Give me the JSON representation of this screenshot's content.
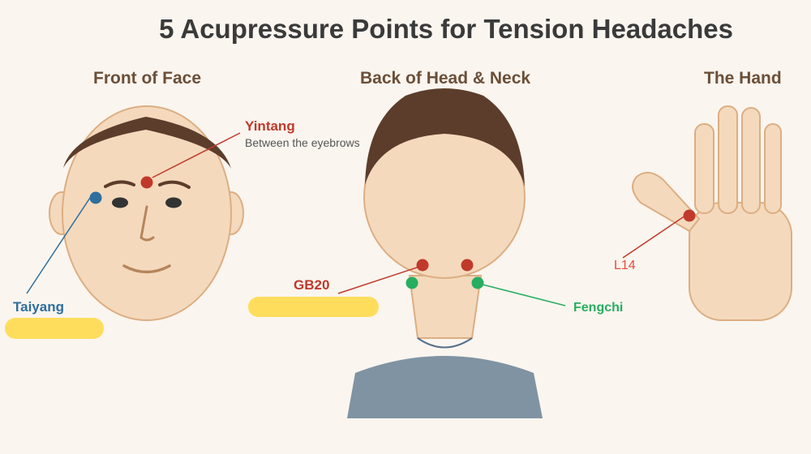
{
  "title": "5 Acupressure Points for Tension Headaches",
  "sections": {
    "front": "Front of Face",
    "back": "Back of Head & Neck",
    "hand": "The Hand"
  },
  "points": {
    "yintang": {
      "name": "Yintang",
      "desc": "Between the eyebrows"
    },
    "taiyang": {
      "name": "Taiyang"
    },
    "gb20": {
      "name": "GB20"
    },
    "fengchi": {
      "name": "Fengchi"
    },
    "li4": {
      "name": "L14"
    }
  },
  "colors": {
    "red": "#c0392b",
    "blue": "#2e6f9e",
    "green": "#27ae60",
    "skin": "#f4d9bd",
    "skin_outline": "#dcae82",
    "hair": "#5c3d2b",
    "shirt": "#7f93a3",
    "highlight": "#ffdd5c"
  }
}
